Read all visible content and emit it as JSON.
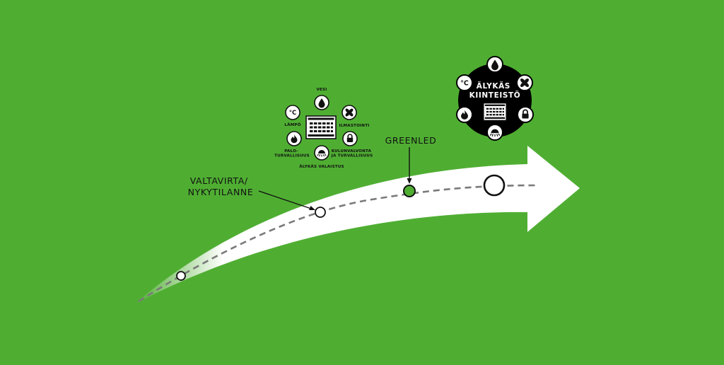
{
  "background_color": "#4fae32",
  "arrow": {
    "fill": "#ffffff",
    "dash_color": "#7a7a7a",
    "milestones": [
      {
        "name": "start",
        "fill": "#ffffff"
      },
      {
        "name": "valtavirta",
        "fill": "#ffffff"
      },
      {
        "name": "greenled",
        "fill": "#4fae32"
      },
      {
        "name": "future",
        "fill": "#ffffff"
      }
    ]
  },
  "labels": {
    "current_state": [
      "VALTAVIRTA/",
      "NYKYTILANNE"
    ],
    "greenled": "GREENLED"
  },
  "small_cluster": {
    "icons": [
      {
        "icon": "water-drop-icon",
        "label": [
          "VESI"
        ]
      },
      {
        "icon": "fan-icon",
        "label": [
          "ILMASTOINTI"
        ]
      },
      {
        "icon": "lock-icon",
        "label": [
          "KULUNVALVONTA",
          "JA TURVALLISUUS"
        ]
      },
      {
        "icon": "lamp-icon",
        "label": [
          "ÄLYKÄS VALAISTUS"
        ]
      },
      {
        "icon": "flame-icon",
        "label": [
          "PALO-",
          "TURVALLISUUS"
        ]
      },
      {
        "icon": "thermometer-icon",
        "label": [
          "LÄMPÖ"
        ]
      }
    ]
  },
  "big_cluster": {
    "title": [
      "ÄLYKÄS",
      "KIINTEISTÖ"
    ],
    "disc_color": "#000000",
    "icons": [
      "water-drop-icon",
      "fan-icon",
      "lock-icon",
      "lamp-icon",
      "flame-icon",
      "thermometer-icon"
    ]
  }
}
